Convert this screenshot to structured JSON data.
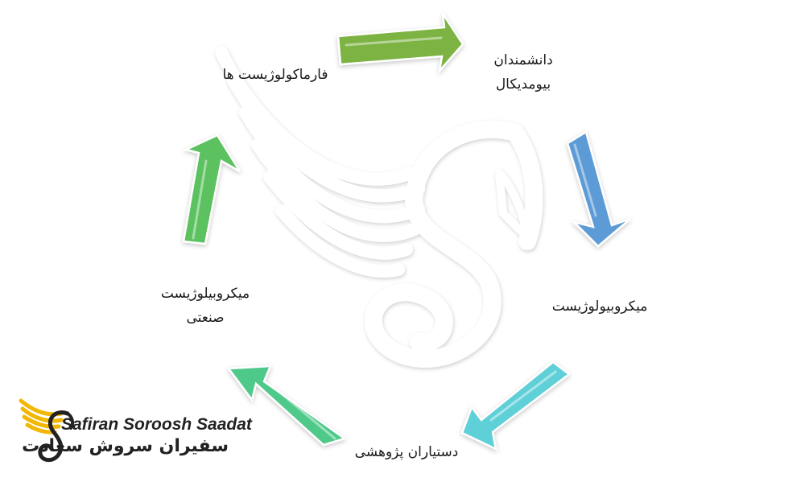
{
  "nodes": [
    {
      "id": "biomedical-scientists",
      "lines": [
        "دانشمندان",
        "بیومدیکال"
      ]
    },
    {
      "id": "microbiologist",
      "lines": [
        "میکروبیولوژیست"
      ]
    },
    {
      "id": "research-assistants",
      "lines": [
        "دستیاران پژوهشی"
      ]
    },
    {
      "id": "industrial-microbiologist",
      "lines": [
        "میکروبیلوژیست",
        "صنعتی"
      ]
    },
    {
      "id": "pharmacologists",
      "lines": [
        "فارماکولوژیست ها"
      ]
    }
  ],
  "arrows": [
    {
      "from": "pharmacologists",
      "to": "biomedical-scientists",
      "color": "#7cb342"
    },
    {
      "from": "biomedical-scientists",
      "to": "microbiologist",
      "color": "#5b9bd5"
    },
    {
      "from": "microbiologist",
      "to": "research-assistants",
      "color": "#5fd0d8"
    },
    {
      "from": "research-assistants",
      "to": "industrial-microbiologist",
      "color": "#4fc98a"
    },
    {
      "from": "industrial-microbiologist",
      "to": "pharmacologists",
      "color": "#5cc15f"
    }
  ],
  "logo": {
    "latin": "Safiran Soroosh Saadat",
    "persian": "سفیران سروش سعادت",
    "wing_color": "#f2b705"
  }
}
